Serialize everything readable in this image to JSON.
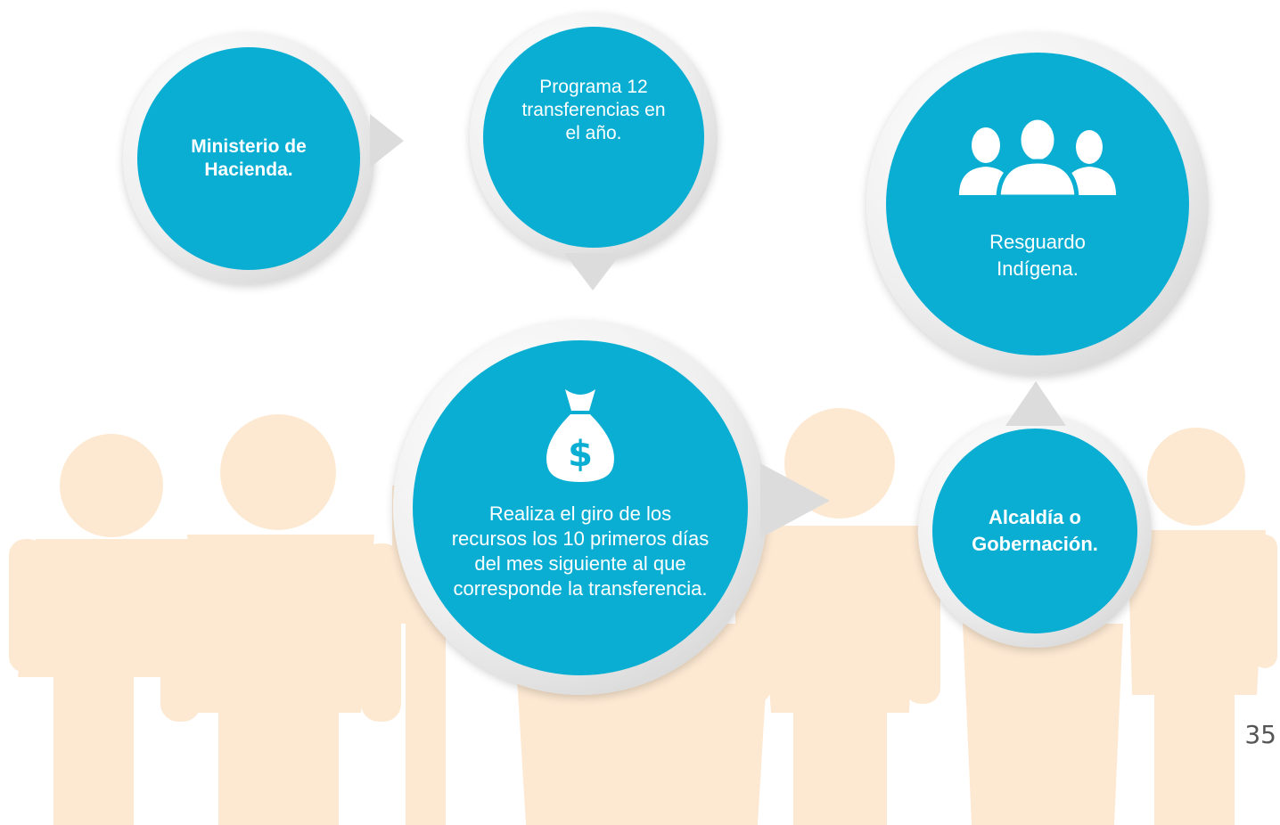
{
  "nodes": {
    "ministerio": {
      "label": "Ministerio de Hacienda."
    },
    "programa": {
      "label": "Programa 12 transferencias en el año."
    },
    "giro": {
      "label": "Realiza el giro de los recursos los 10 primeros días del mes siguiente al que corresponde la transferencia.",
      "icon": "money-bag-icon"
    },
    "alcaldia": {
      "label": "Alcaldía o Gobernación."
    },
    "resguardo": {
      "label": "Resguardo Indígena.",
      "icon": "people-group-icon"
    }
  },
  "colors": {
    "bubble": "#0aaed3",
    "ring": "#e4e4e4",
    "people": "#fde9d2"
  },
  "page_number": "35"
}
